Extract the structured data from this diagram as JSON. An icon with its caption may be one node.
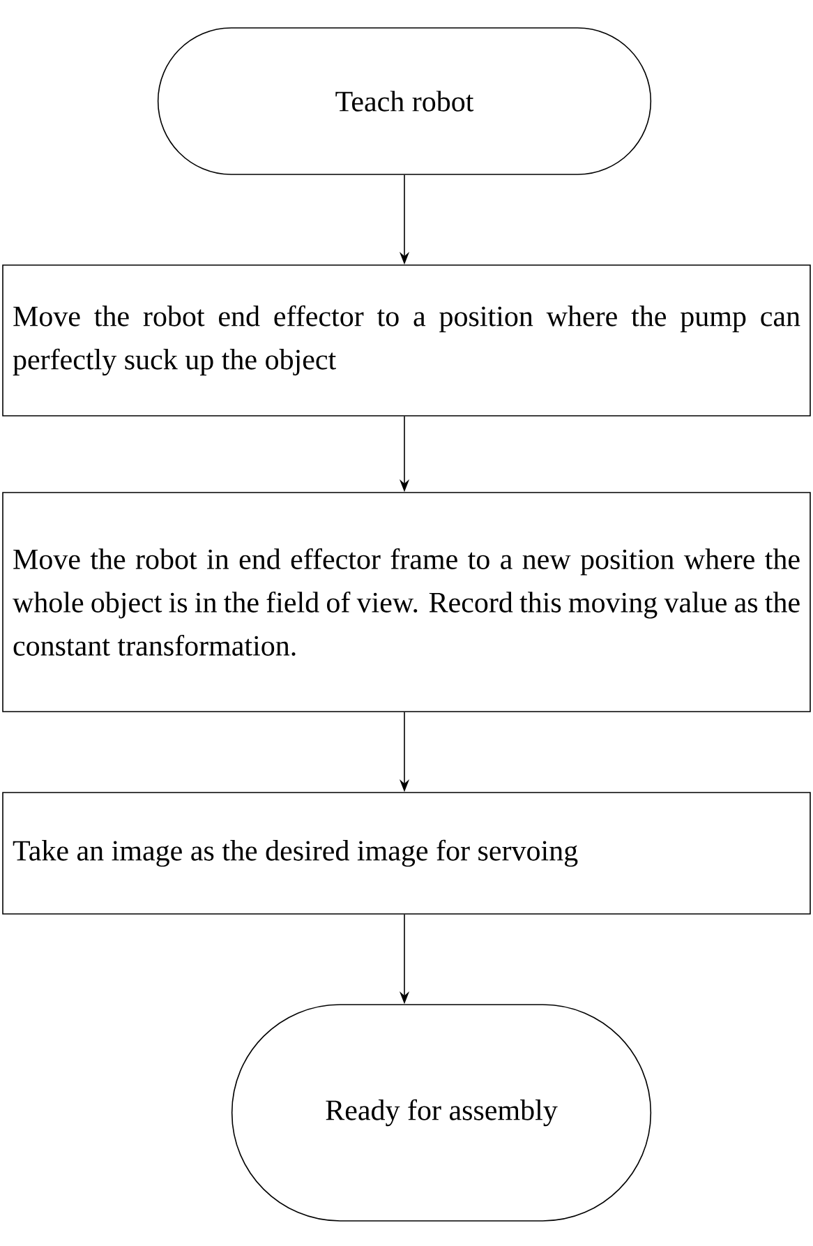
{
  "diagram": {
    "nodes": [
      {
        "text": [
          "Teach robot"
        ]
      },
      {
        "text": [
          "Move the robot end effector to a position where the pump can perfectly suck up the object"
        ]
      },
      {
        "text": [
          "Move the robot in end effector frame to a new position where the whole object is in the field of view. Record this moving value as the constant transformation."
        ]
      },
      {
        "text": [
          "Take an image as the desired image for servoing"
        ]
      },
      {
        "text": [
          "Ready for assembly"
        ]
      }
    ],
    "edges": [
      {
        "from": 0,
        "to": 1,
        "arrow": "to"
      },
      {
        "from": 1,
        "to": 2,
        "arrow": "to"
      },
      {
        "from": 2,
        "to": 3,
        "arrow": "to"
      },
      {
        "from": 3,
        "to": 4,
        "arrow": "to"
      }
    ]
  }
}
